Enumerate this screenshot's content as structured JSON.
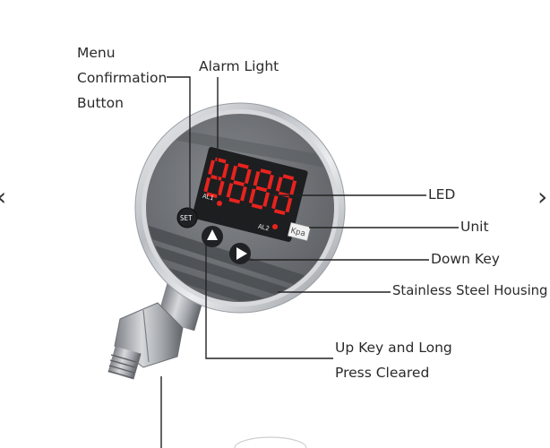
{
  "labels": {
    "menu_line1": "Menu",
    "menu_line2": "Confirmation",
    "menu_line3": "Button",
    "alarm_light": "Alarm Light",
    "led": "LED",
    "unit": "Unit",
    "down_key": "Down Key",
    "housing": "Stainless Steel Housing",
    "up_key_line1": "Up Key and Long",
    "up_key_line2": "Press Cleared"
  },
  "device": {
    "set_label": "SET",
    "al1_label": "AL1",
    "al2_label": "AL2",
    "unit_badge": "Kpa",
    "display_digits": "8888"
  },
  "nav": {
    "prev_glyph": "‹",
    "next_glyph": "›"
  },
  "colors": {
    "led_red": "#e8231e",
    "face_gray": "#6f7276",
    "steel": "#c9ccd0"
  }
}
